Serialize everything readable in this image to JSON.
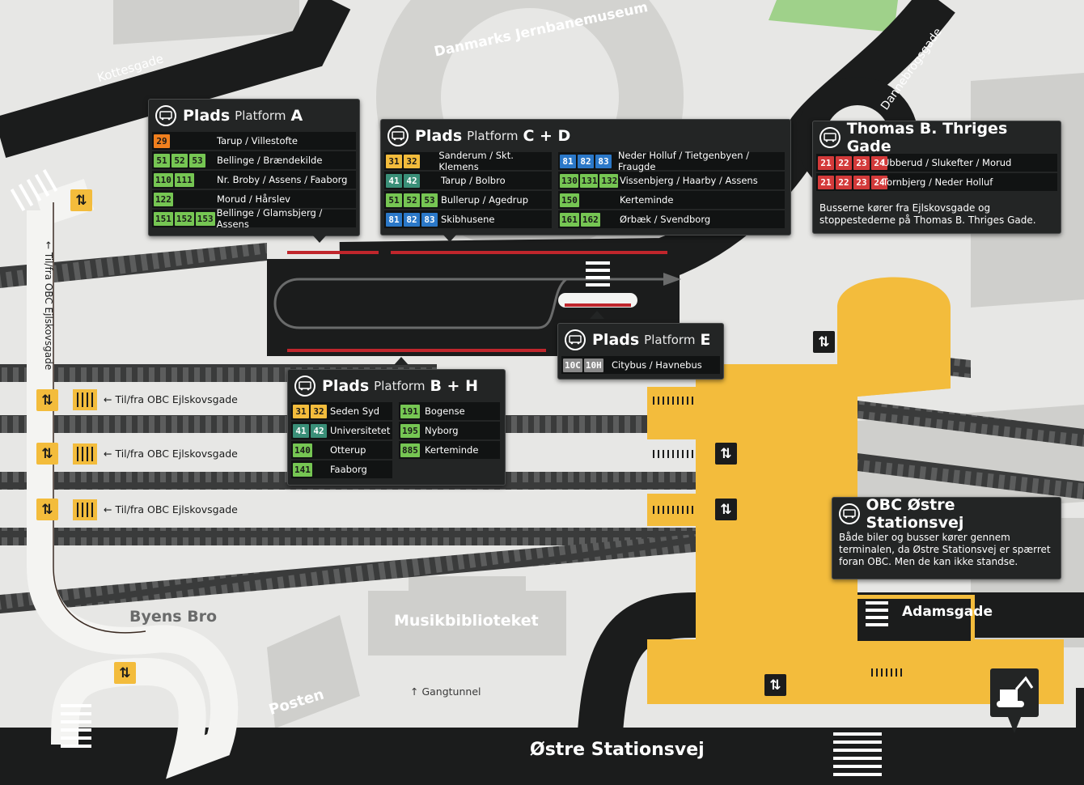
{
  "colors": {
    "background": "#e7e7e5",
    "road": "#1b1c1c",
    "terminal": "#f3bc3c",
    "park": "#9fd18a",
    "callout": "#232525",
    "red_stop": "#c0262c",
    "badge_orange": "#f07f1e",
    "badge_yellow": "#f3bc3c",
    "badge_green": "#76c653",
    "badge_teal": "#3a8f78",
    "badge_blue": "#2b78c8",
    "badge_red": "#d33a3a",
    "badge_gray": "#8a8a8a"
  },
  "streets": {
    "kottesgade": "Kottesgade",
    "dannebrogsgade": "Dannebrogsgade",
    "jernbanemuseum": "Danmarks Jernbanemuseum",
    "ejlskovsgade_vertical": "Til/fra OBC Ejlskovsgade",
    "byens_bro": "Byens Bro",
    "musikbiblioteket": "Musikbiblioteket",
    "posten": "Posten",
    "gangtunnel": "Gangtunnel",
    "ostre_stationsvej": "Østre Stationsvej",
    "adamsgade": "Adamsgade"
  },
  "track_labels": [
    "Til/fra OBC Ejlskovsgade",
    "Til/fra OBC Ejlskovsgade",
    "Til/fra OBC Ejlskovsgade"
  ],
  "icons": {
    "bus": "bus-icon",
    "elevator": "up-down-arrows-icon",
    "construction": "excavator-icon",
    "stairs": "stairs-icon"
  },
  "platform_a": {
    "title_main": "Plads",
    "title_sub": "Platform",
    "title_letter": "A",
    "routes": [
      {
        "badges": [
          {
            "n": "29",
            "c": "orange"
          }
        ],
        "dest": "Tarup / Villestofte"
      },
      {
        "badges": [
          {
            "n": "51",
            "c": "green"
          },
          {
            "n": "52",
            "c": "green"
          },
          {
            "n": "53",
            "c": "green"
          }
        ],
        "dest": "Bellinge / Brændekilde"
      },
      {
        "badges": [
          {
            "n": "110",
            "c": "green"
          },
          {
            "n": "111",
            "c": "green"
          }
        ],
        "dest": "Nr. Broby / Assens / Faaborg"
      },
      {
        "badges": [
          {
            "n": "122",
            "c": "green"
          }
        ],
        "dest": "Morud / Hårslev"
      },
      {
        "badges": [
          {
            "n": "151",
            "c": "green"
          },
          {
            "n": "152",
            "c": "green"
          },
          {
            "n": "153",
            "c": "green"
          }
        ],
        "dest": "Bellinge / Glamsbjerg / Assens"
      }
    ]
  },
  "platform_cd": {
    "title_main": "Plads",
    "title_sub": "Platform",
    "title_letter": "C + D",
    "left": [
      {
        "badges": [
          {
            "n": "31",
            "c": "yellow"
          },
          {
            "n": "32",
            "c": "yellow"
          }
        ],
        "dest": "Sanderum / Skt. Klemens"
      },
      {
        "badges": [
          {
            "n": "41",
            "c": "teal"
          },
          {
            "n": "42",
            "c": "teal"
          }
        ],
        "dest": "Tarup / Bolbro"
      },
      {
        "badges": [
          {
            "n": "51",
            "c": "green"
          },
          {
            "n": "52",
            "c": "green"
          },
          {
            "n": "53",
            "c": "green"
          }
        ],
        "dest": "Bullerup / Agedrup"
      },
      {
        "badges": [
          {
            "n": "81",
            "c": "blue"
          },
          {
            "n": "82",
            "c": "blue"
          },
          {
            "n": "83",
            "c": "blue"
          }
        ],
        "dest": "Skibhusene"
      }
    ],
    "right": [
      {
        "badges": [
          {
            "n": "81",
            "c": "blue"
          },
          {
            "n": "82",
            "c": "blue"
          },
          {
            "n": "83",
            "c": "blue"
          }
        ],
        "dest": "Neder Holluf / Tietgenbyen / Fraugde"
      },
      {
        "badges": [
          {
            "n": "130",
            "c": "green"
          },
          {
            "n": "131",
            "c": "green"
          },
          {
            "n": "132",
            "c": "green"
          }
        ],
        "dest": "Vissenbjerg / Haarby / Assens"
      },
      {
        "badges": [
          {
            "n": "150",
            "c": "green"
          }
        ],
        "dest": "Kerteminde"
      },
      {
        "badges": [
          {
            "n": "161",
            "c": "green"
          },
          {
            "n": "162",
            "c": "green"
          }
        ],
        "dest": "Ørbæk / Svendborg"
      }
    ]
  },
  "thriges": {
    "title": "Thomas B. Thriges Gade",
    "routes": [
      {
        "badges": [
          {
            "n": "21",
            "c": "red"
          },
          {
            "n": "22",
            "c": "red"
          },
          {
            "n": "23",
            "c": "red"
          },
          {
            "n": "24",
            "c": "red"
          }
        ],
        "dest": "Ubberud / Slukefter / Morud"
      },
      {
        "badges": [
          {
            "n": "21",
            "c": "red"
          },
          {
            "n": "22",
            "c": "red"
          },
          {
            "n": "23",
            "c": "red"
          },
          {
            "n": "24",
            "c": "red"
          }
        ],
        "dest": "Tornbjerg / Neder Holluf"
      }
    ],
    "note_line1": "Busserne kører fra Ejlskovsgade og",
    "note_line2": "stoppestederne på Thomas B. Thriges Gade."
  },
  "platform_e": {
    "title_main": "Plads",
    "title_sub": "Platform",
    "title_letter": "E",
    "routes": [
      {
        "badges": [
          {
            "n": "10C",
            "c": "gray"
          },
          {
            "n": "10H",
            "c": "gray"
          }
        ],
        "dest": "Citybus / Havnebus"
      }
    ]
  },
  "platform_bh": {
    "title_main": "Plads",
    "title_sub": "Platform",
    "title_letter": "B + H",
    "left": [
      {
        "badges": [
          {
            "n": "31",
            "c": "yellow"
          },
          {
            "n": "32",
            "c": "yellow"
          }
        ],
        "dest": "Seden Syd"
      },
      {
        "badges": [
          {
            "n": "41",
            "c": "teal"
          },
          {
            "n": "42",
            "c": "teal"
          }
        ],
        "dest": "Universitetet"
      },
      {
        "badges": [
          {
            "n": "140",
            "c": "green"
          }
        ],
        "dest": "Otterup"
      },
      {
        "badges": [
          {
            "n": "141",
            "c": "green"
          }
        ],
        "dest": "Faaborg"
      }
    ],
    "right": [
      {
        "badges": [
          {
            "n": "191",
            "c": "green"
          }
        ],
        "dest": "Bogense"
      },
      {
        "badges": [
          {
            "n": "195",
            "c": "green"
          }
        ],
        "dest": "Nyborg"
      },
      {
        "badges": [
          {
            "n": "885",
            "c": "green"
          }
        ],
        "dest": "Kerteminde"
      }
    ]
  },
  "obc_ostre": {
    "title": "OBC Østre Stationsvej",
    "line1": "Både biler og busser kører gennem",
    "line2": "terminalen, da Østre Stationsvej er spærret",
    "line3": "foran OBC. Men de kan ikke standse."
  }
}
